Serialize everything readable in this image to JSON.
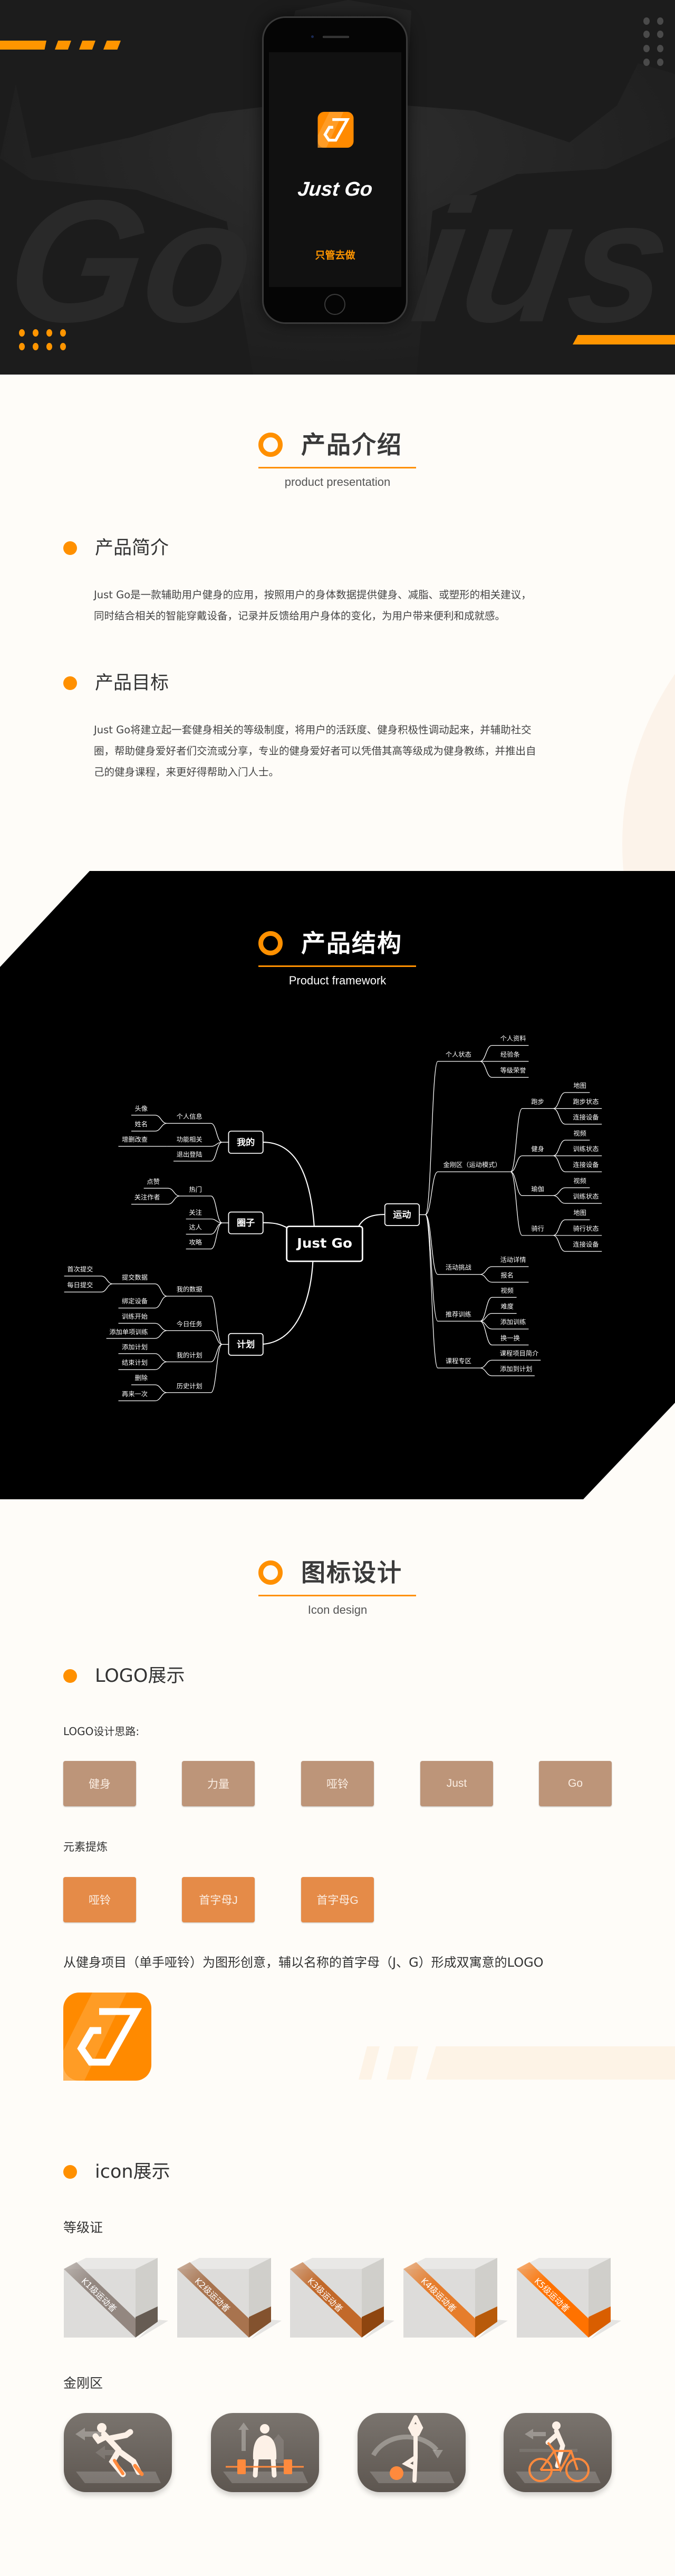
{
  "hero": {
    "app_name": "Just Go",
    "slogan": "只管去做",
    "bg_word_left": "Go",
    "bg_word_right": "ius"
  },
  "intro": {
    "title": "产品介绍",
    "subtitle": "product presentation",
    "sections": [
      {
        "heading": "产品简介",
        "lines": [
          "Just Go是一款辅助用户健身的应用，按照用户的身体数据提供健身、减脂、或塑形的相关建议，",
          "同时结合相关的智能穿戴设备，记录并反馈给用户身体的变化，为用户带来便利和成就感。"
        ]
      },
      {
        "heading": "产品目标",
        "lines": [
          "Just Go将建立起一套健身相关的等级制度，将用户的活跃度、健身积极性调动起来，并辅助社交",
          "圈，帮助健身爱好者们交流或分享，专业的健身爱好者可以凭借其高等级成为健身教练，并推出自",
          "己的健身课程，来更好得帮助入门人士。"
        ]
      }
    ]
  },
  "structure": {
    "title": "产品结构",
    "subtitle": "Product framework",
    "mindmap": {
      "root": "Just Go",
      "branches": [
        {
          "label": "我的",
          "children": [
            {
              "label": "个人信息",
              "children": [
                {
                  "label": "头像"
                },
                {
                  "label": "姓名"
                }
              ]
            },
            {
              "label": "功能相关",
              "children": [
                {
                  "label": "增删改查"
                }
              ]
            },
            {
              "label": "退出登陆"
            }
          ]
        },
        {
          "label": "圈子",
          "children": [
            {
              "label": "热门",
              "children": [
                {
                  "label": "点赞"
                },
                {
                  "label": "关注作者"
                }
              ]
            },
            {
              "label": "关注"
            },
            {
              "label": "达人"
            },
            {
              "label": "攻略"
            }
          ]
        },
        {
          "label": "计划",
          "children": [
            {
              "label": "我的数据",
              "children": [
                {
                  "label": "提交数据",
                  "children": [
                    {
                      "label": "首次提交"
                    },
                    {
                      "label": "每日提交"
                    }
                  ]
                },
                {
                  "label": "绑定设备"
                }
              ]
            },
            {
              "label": "今日任务",
              "children": [
                {
                  "label": "训练开始"
                },
                {
                  "label": "添加单项训练"
                }
              ]
            },
            {
              "label": "我的计划",
              "children": [
                {
                  "label": "添加计划"
                },
                {
                  "label": "结束计划"
                }
              ]
            },
            {
              "label": "历史计划",
              "children": [
                {
                  "label": "删除"
                },
                {
                  "label": "再来一次"
                }
              ]
            }
          ]
        },
        {
          "label": "运动",
          "children": [
            {
              "label": "个人状态",
              "children": [
                {
                  "label": "个人资料"
                },
                {
                  "label": "经验条"
                },
                {
                  "label": "等级荣誉"
                }
              ]
            },
            {
              "label": "金刚区（运动模式）",
              "children": [
                {
                  "label": "跑步",
                  "children": [
                    {
                      "label": "地图"
                    },
                    {
                      "label": "跑步状态"
                    },
                    {
                      "label": "连接设备"
                    }
                  ]
                },
                {
                  "label": "健身",
                  "children": [
                    {
                      "label": "视频"
                    },
                    {
                      "label": "训练状态"
                    },
                    {
                      "label": "连接设备"
                    }
                  ]
                },
                {
                  "label": "瑜伽",
                  "children": [
                    {
                      "label": "视频"
                    },
                    {
                      "label": "训练状态"
                    }
                  ]
                },
                {
                  "label": "骑行",
                  "children": [
                    {
                      "label": "地图"
                    },
                    {
                      "label": "骑行状态"
                    },
                    {
                      "label": "连接设备"
                    }
                  ]
                }
              ]
            },
            {
              "label": "活动挑战",
              "children": [
                {
                  "label": "活动详情"
                },
                {
                  "label": "报名"
                }
              ]
            },
            {
              "label": "推荐训练",
              "children": [
                {
                  "label": "视频"
                },
                {
                  "label": "难度"
                },
                {
                  "label": "添加训练"
                },
                {
                  "label": "换一换"
                }
              ]
            },
            {
              "label": "课程专区",
              "children": [
                {
                  "label": "课程项目简介"
                },
                {
                  "label": "添加到计划"
                }
              ]
            }
          ]
        }
      ]
    }
  },
  "icon_design": {
    "title": "图标设计",
    "subtitle": "Icon design",
    "logo": {
      "heading": "LOGO展示",
      "idea_label": "LOGO设计思路:",
      "idea_tags": [
        "健身",
        "力量",
        "哑铃",
        "Just",
        "Go"
      ],
      "elements_label": "元素提炼",
      "element_tags": [
        "哑铃",
        "首字母J",
        "首字母G"
      ],
      "description": "从健身项目（单手哑铃）为图形创意，辅以名称的首字母（J、G）形成双寓意的LOGO"
    },
    "icons": {
      "heading": "icon展示",
      "badges_label": "等级证",
      "badges": [
        {
          "label": "K1级运动者",
          "ribbon": "#938780",
          "side": "#665c53"
        },
        {
          "label": "K2级运动者",
          "ribbon": "#a8734e",
          "side": "#83522e"
        },
        {
          "label": "K3级运动者",
          "ribbon": "#c2692a",
          "side": "#8e450f"
        },
        {
          "label": "K4级运动者",
          "ribbon": "#e67d2c",
          "side": "#b85a0a"
        },
        {
          "label": "K5级运动者",
          "ribbon": "#ff7200",
          "side": "#d95e00"
        }
      ],
      "kingkong_label": "金刚区",
      "kingkong": [
        {
          "icon": "running-icon"
        },
        {
          "icon": "weightlifting-icon"
        },
        {
          "icon": "yoga-icon"
        },
        {
          "icon": "cycling-icon"
        }
      ]
    }
  },
  "colors": {
    "accent": "#ff9000",
    "hero_bg": "#1c1c1c",
    "page_bg": "#fefcf8",
    "tag_idea": "#bd9579",
    "tag_element": "#e58b48",
    "kingkong_bg": "#6b645e",
    "figure": "#fdf1e7"
  }
}
